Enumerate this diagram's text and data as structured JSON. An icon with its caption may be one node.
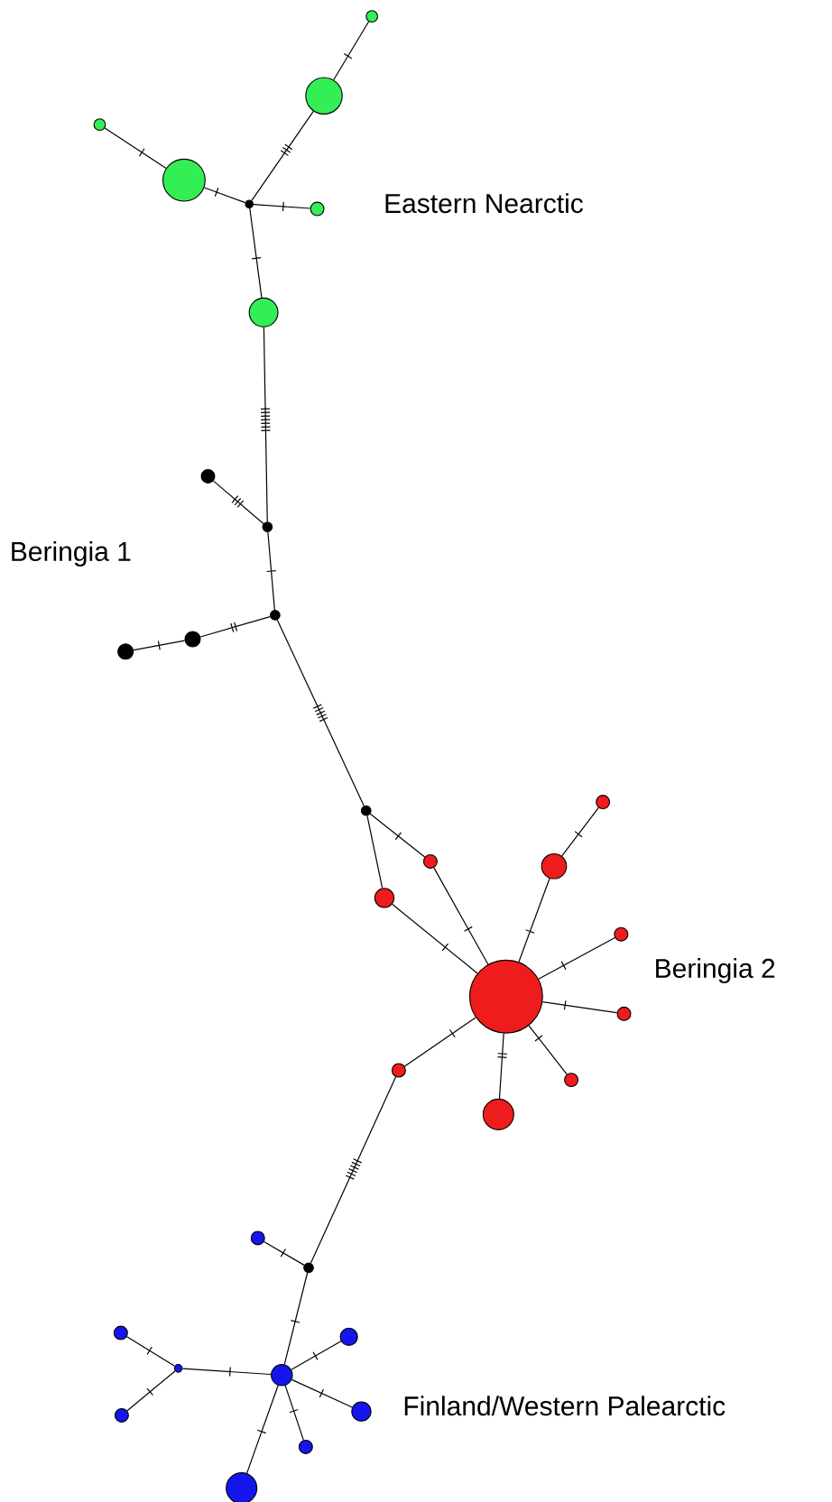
{
  "diagram": {
    "nodes": [
      {
        "text": [],
        "shape": "circle"
      },
      {
        "text": [],
        "shape": "circle"
      },
      {
        "text": [],
        "shape": "circle"
      },
      {
        "text": [],
        "shape": "circle"
      },
      {
        "text": [],
        "shape": "circle"
      },
      {
        "text": [],
        "shape": "circle"
      },
      {
        "text": [],
        "shape": "circle"
      },
      {
        "text": [],
        "shape": "circle"
      },
      {
        "text": [],
        "shape": "circle"
      },
      {
        "text": [],
        "shape": "circle"
      },
      {
        "text": [],
        "shape": "circle"
      },
      {
        "text": [],
        "shape": "circle"
      },
      {
        "text": [],
        "shape": "circle"
      },
      {
        "text": [],
        "shape": "circle"
      },
      {
        "text": [],
        "shape": "circle"
      },
      {
        "text": [],
        "shape": "circle"
      },
      {
        "text": [],
        "shape": "circle"
      },
      {
        "text": [],
        "shape": "circle"
      },
      {
        "text": [],
        "shape": "circle"
      },
      {
        "text": [],
        "shape": "circle"
      },
      {
        "text": [],
        "shape": "circle"
      },
      {
        "text": [],
        "shape": "circle"
      },
      {
        "text": [],
        "shape": "circle"
      },
      {
        "text": [],
        "shape": "circle"
      },
      {
        "text": [],
        "shape": "circle"
      },
      {
        "text": [],
        "shape": "circle"
      },
      {
        "text": [],
        "shape": "circle"
      },
      {
        "text": [],
        "shape": "circle"
      },
      {
        "text": [],
        "shape": "circle"
      },
      {
        "text": [],
        "shape": "circle"
      },
      {
        "text": [],
        "shape": "circle"
      },
      {
        "text": [],
        "shape": "circle"
      },
      {
        "text": [],
        "shape": "circle"
      }
    ],
    "edges": [
      {
        "from": 0,
        "to": 1,
        "arrow": "none"
      },
      {
        "from": 1,
        "to": 4,
        "arrow": "none"
      },
      {
        "from": 2,
        "to": 3,
        "arrow": "none"
      },
      {
        "from": 3,
        "to": 4,
        "arrow": "none"
      },
      {
        "from": 4,
        "to": 5,
        "arrow": "none"
      },
      {
        "from": 4,
        "to": 6,
        "arrow": "none"
      },
      {
        "from": 6,
        "to": 8,
        "arrow": "none"
      },
      {
        "from": 7,
        "to": 8,
        "arrow": "none"
      },
      {
        "from": 8,
        "to": 9,
        "arrow": "none"
      },
      {
        "from": 9,
        "to": 10,
        "arrow": "none"
      },
      {
        "from": 10,
        "to": 11,
        "arrow": "none"
      },
      {
        "from": 9,
        "to": 12,
        "arrow": "none"
      },
      {
        "from": 12,
        "to": 15,
        "arrow": "none"
      },
      {
        "from": 12,
        "to": 16,
        "arrow": "none"
      },
      {
        "from": 15,
        "to": 18,
        "arrow": "none"
      },
      {
        "from": 16,
        "to": 18,
        "arrow": "none"
      },
      {
        "from": 13,
        "to": 14,
        "arrow": "none"
      },
      {
        "from": 14,
        "to": 18,
        "arrow": "none"
      },
      {
        "from": 17,
        "to": 18,
        "arrow": "none"
      },
      {
        "from": 19,
        "to": 18,
        "arrow": "none"
      },
      {
        "from": 21,
        "to": 18,
        "arrow": "none"
      },
      {
        "from": 22,
        "to": 18,
        "arrow": "none"
      },
      {
        "from": 20,
        "to": 18,
        "arrow": "none"
      },
      {
        "from": 20,
        "to": 23,
        "arrow": "none"
      },
      {
        "from": 23,
        "to": 24,
        "arrow": "none"
      },
      {
        "from": 23,
        "to": 28,
        "arrow": "none"
      },
      {
        "from": 28,
        "to": 26,
        "arrow": "none"
      },
      {
        "from": 26,
        "to": 25,
        "arrow": "none"
      },
      {
        "from": 26,
        "to": 29,
        "arrow": "none"
      },
      {
        "from": 28,
        "to": 27,
        "arrow": "none"
      },
      {
        "from": 28,
        "to": 30,
        "arrow": "none"
      },
      {
        "from": 28,
        "to": 31,
        "arrow": "none"
      },
      {
        "from": 28,
        "to": 32,
        "arrow": "none"
      }
    ],
    "labels": [
      "Eastern Nearctic",
      "Beringia 1",
      "Beringia 2",
      "Finland/Western Palearctic"
    ]
  }
}
